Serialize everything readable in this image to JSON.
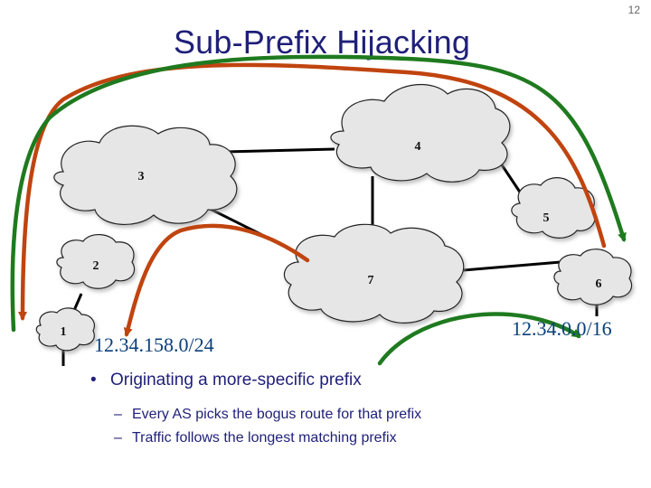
{
  "slide": {
    "title": "Sub-Prefix Hijacking",
    "number": "12"
  },
  "diagram": {
    "nodes": [
      {
        "id": "as1",
        "label": "1"
      },
      {
        "id": "as2",
        "label": "2"
      },
      {
        "id": "as3",
        "label": "3"
      },
      {
        "id": "as4",
        "label": "4"
      },
      {
        "id": "as5",
        "label": "5"
      },
      {
        "id": "as6",
        "label": "6"
      },
      {
        "id": "as7",
        "label": "7"
      }
    ],
    "prefix_left": "12.34.158.0/24",
    "prefix_right": "12.34.0.0/16",
    "colors": {
      "bogus_route": "#c0440f",
      "legit_route": "#1f7a1f",
      "links": "#000000",
      "clouds": "#e6e6e6"
    }
  },
  "bullets": {
    "main": "Originating a more-specific prefix",
    "main_mark": "•",
    "sub_mark": "–",
    "sub": [
      "Every AS picks the bogus route for that prefix",
      "Traffic follows the longest matching prefix"
    ]
  }
}
